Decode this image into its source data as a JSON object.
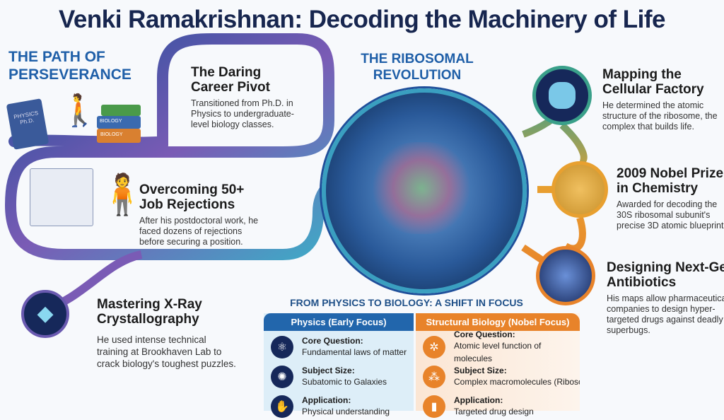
{
  "title": "Venki Ramakrishnan: Decoding the Machinery of Life",
  "left": {
    "section_title_1": "THE PATH OF",
    "section_title_2": "PERSEVERANCE",
    "milestones": [
      {
        "heading_1": "The Daring",
        "heading_2": "Career Pivot",
        "text": "Transitioned from Ph.D. in Physics to undergraduate-level biology classes."
      },
      {
        "heading_1": "Overcoming 50+",
        "heading_2": "Job Rejections",
        "text": "After his postdoctoral work, he faced dozens of rejections before securing a position."
      },
      {
        "heading_1": "Mastering X-Ray",
        "heading_2": "Crystallography",
        "text": "He used intense technical training at Brookhaven Lab to crack biology's toughest puzzles."
      }
    ],
    "book_labels": {
      "physics": "PHYSICS Ph.D.",
      "biology_1": "BIOLOGY",
      "biology_2": "BIOLOGY"
    }
  },
  "center": {
    "section_title_1": "THE RIBOSOMAL",
    "section_title_2": "REVOLUTION"
  },
  "right": {
    "achievements": [
      {
        "heading_1": "Mapping the",
        "heading_2": "Cellular Factory",
        "text": "He determined the atomic structure of the ribosome, the complex that builds life.",
        "icon": "ribosome-icon"
      },
      {
        "heading_1": "2009 Nobel Prize",
        "heading_2": "in Chemistry",
        "text": "Awarded for decoding the 30S ribosomal subunit's precise 3D atomic blueprint",
        "icon": "nobel-medal-icon"
      },
      {
        "heading_1": "Designing Next-Gen",
        "heading_2": "Antibiotics",
        "text": "His maps allow pharmaceutical companies to design hyper-targeted drugs against deadly superbugs.",
        "icon": "molecule-icon"
      }
    ]
  },
  "comparison": {
    "title": "FROM PHYSICS TO BIOLOGY: A SHIFT IN FOCUS",
    "physics": {
      "header": "Physics (Early Focus)",
      "rows": [
        {
          "label": "Core Question:",
          "value": "Fundamental laws of matter",
          "icon": "atom-icon"
        },
        {
          "label": "Subject Size:",
          "value": "Subatomic to Galaxies",
          "icon": "galaxy-icon"
        },
        {
          "label": "Application:",
          "value": "Physical understanding",
          "icon": "hand-icon"
        }
      ]
    },
    "biology": {
      "header": "Structural Biology (Nobel Focus)",
      "rows": [
        {
          "label": "Core Question:",
          "value": "Atomic level function of molecules",
          "icon": "molecule-network-icon"
        },
        {
          "label": "Subject Size:",
          "value": "Complex macromolecules (Ribosomes)",
          "icon": "macromolecule-icon"
        },
        {
          "label": "Application:",
          "value": "Targeted drug design",
          "icon": "medicine-bottle-icon"
        }
      ]
    }
  },
  "colors": {
    "navy": "#17264f",
    "blue": "#1f5fa8",
    "orange": "#e8832a",
    "teal": "#3aa08a"
  }
}
